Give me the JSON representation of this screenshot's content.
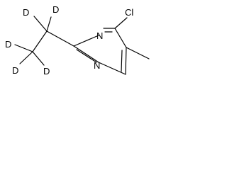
{
  "molecule": {
    "atoms": {
      "n_top": "N",
      "n_bottom": "N",
      "cl": "Cl",
      "d1": "D",
      "d2": "D",
      "d3": "D",
      "d4": "D",
      "d5": "D"
    }
  }
}
